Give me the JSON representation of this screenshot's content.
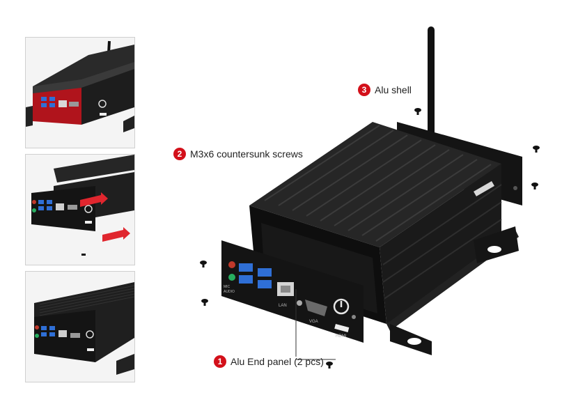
{
  "callouts": [
    {
      "number": "1",
      "label": "Alu End panel (2 pcs)"
    },
    {
      "number": "2",
      "label": "M3x6 countersunk screws"
    },
    {
      "number": "3",
      "label": "Alu shell"
    }
  ],
  "panel_labels": {
    "mic": "MIC",
    "audio": "AUDIO",
    "lan": "LAN",
    "vga": "VGA",
    "hdmi": "HDMI"
  },
  "colors": {
    "accent": "#d3101a",
    "shell": "#1c1c1c",
    "usb_port": "#2f6fd6",
    "red_variant": "#b0141c"
  }
}
